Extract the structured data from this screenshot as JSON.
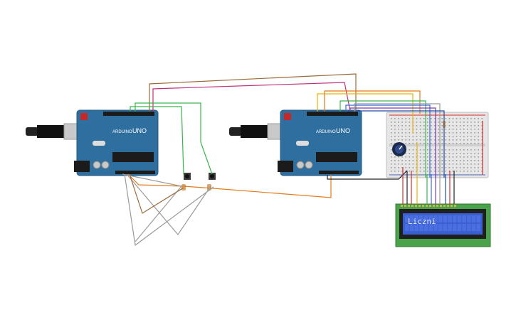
{
  "boards": [
    {
      "brand": "ARDUINO",
      "model": "UNO"
    },
    {
      "brand": "ARDUINO",
      "model": "UNO"
    }
  ],
  "lcd": {
    "text": "Liczni"
  },
  "colors": {
    "board": "#2f6f9f",
    "breadboard": "#e6e6e6",
    "lcd_pcb": "#4aa34a",
    "lcd_screen": "#3a5fd0",
    "wire_green": "#3ab54a",
    "wire_brown": "#9c6a3a",
    "wire_orange": "#e07b1e",
    "wire_gray": "#9a9a9a",
    "wire_magenta": "#c0307a",
    "wire_yellow": "#e9b400",
    "wire_blue": "#3a6bd6",
    "wire_red": "#d62b2b",
    "wire_black": "#222222"
  }
}
